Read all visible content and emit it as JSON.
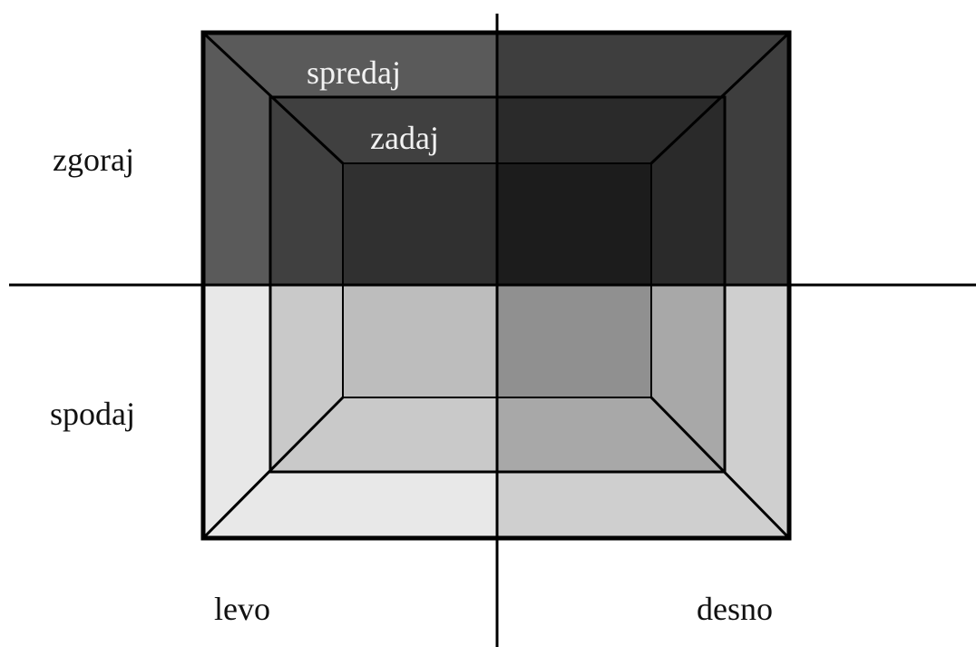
{
  "labels": {
    "front": "spredaj",
    "back": "zadaj",
    "top": "zgoraj",
    "bottom": "spodaj",
    "left": "levo",
    "right": "desno"
  },
  "colors": {
    "background": "#ffffff",
    "upper_left_outer": "#5a5a5a",
    "upper_left_inner": "#404040",
    "upper_left_back": "#303030",
    "upper_right_outer": "#3e3e3e",
    "upper_right_inner": "#2a2a2a",
    "upper_right_back": "#1c1c1c",
    "lower_left_outer": "#e8e8e8",
    "lower_left_inner": "#c9c9c9",
    "lower_left_back": "#bdbdbd",
    "lower_right_outer": "#cfcfcf",
    "lower_right_inner": "#a8a8a8",
    "lower_right_back": "#909090",
    "front_text": "#f2f2f2",
    "line": "#000000"
  }
}
